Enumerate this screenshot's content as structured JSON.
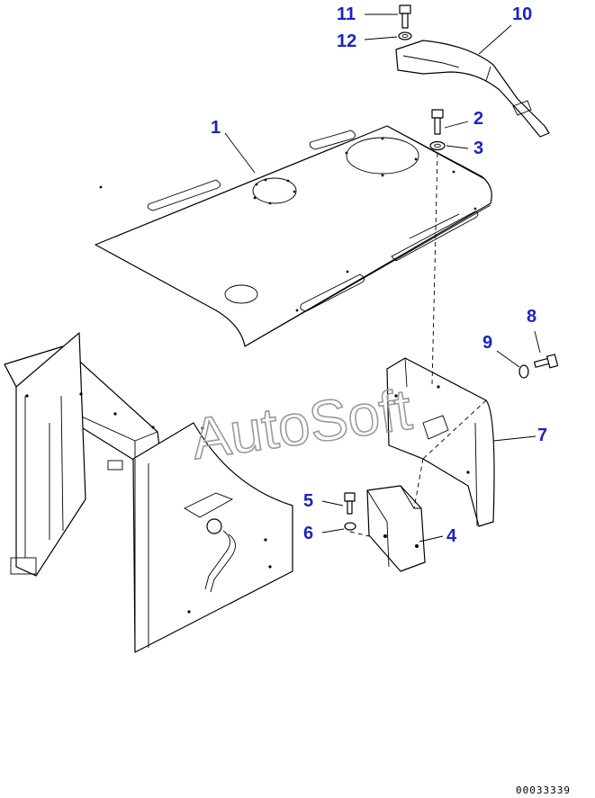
{
  "callouts": [
    {
      "id": "c1",
      "label": "1"
    },
    {
      "id": "c2",
      "label": "2"
    },
    {
      "id": "c3",
      "label": "3"
    },
    {
      "id": "c4",
      "label": "4"
    },
    {
      "id": "c5",
      "label": "5"
    },
    {
      "id": "c6",
      "label": "6"
    },
    {
      "id": "c7",
      "label": "7"
    },
    {
      "id": "c8",
      "label": "8"
    },
    {
      "id": "c9",
      "label": "9"
    },
    {
      "id": "c10",
      "label": "10"
    },
    {
      "id": "c11",
      "label": "11"
    },
    {
      "id": "c12",
      "label": "12"
    }
  ],
  "watermark": "AutoSoft",
  "drawing_code": "00033339",
  "colors": {
    "callout": "#1a22c8",
    "line": "#000000",
    "watermark": "#9a9a9a"
  }
}
